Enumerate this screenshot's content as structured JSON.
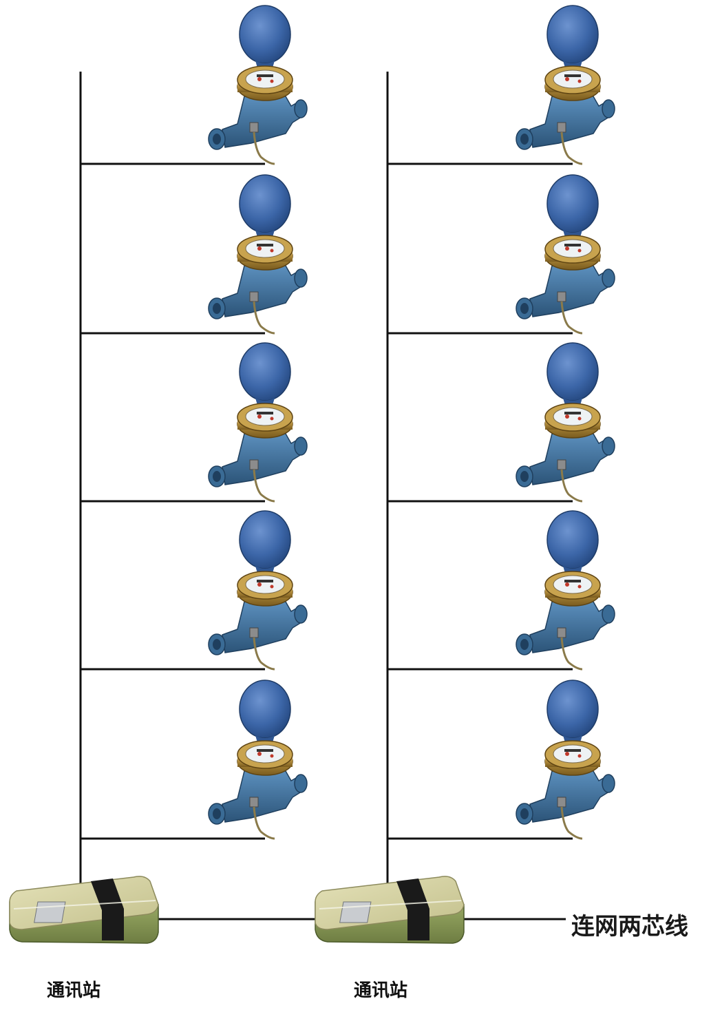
{
  "diagram": {
    "stations": [
      {
        "label": "通讯站"
      },
      {
        "label": "通讯站"
      }
    ],
    "network_label": "连网两芯线",
    "meters_per_station": 5,
    "colors": {
      "wire": "#111111",
      "meter_cover": "#3c66a8",
      "meter_body": "#3d6f9a",
      "meter_brass": "#b08a3a",
      "station_top": "#d6d3a4",
      "station_side": "#8a9a5a",
      "station_band": "#1a1a1a"
    }
  }
}
